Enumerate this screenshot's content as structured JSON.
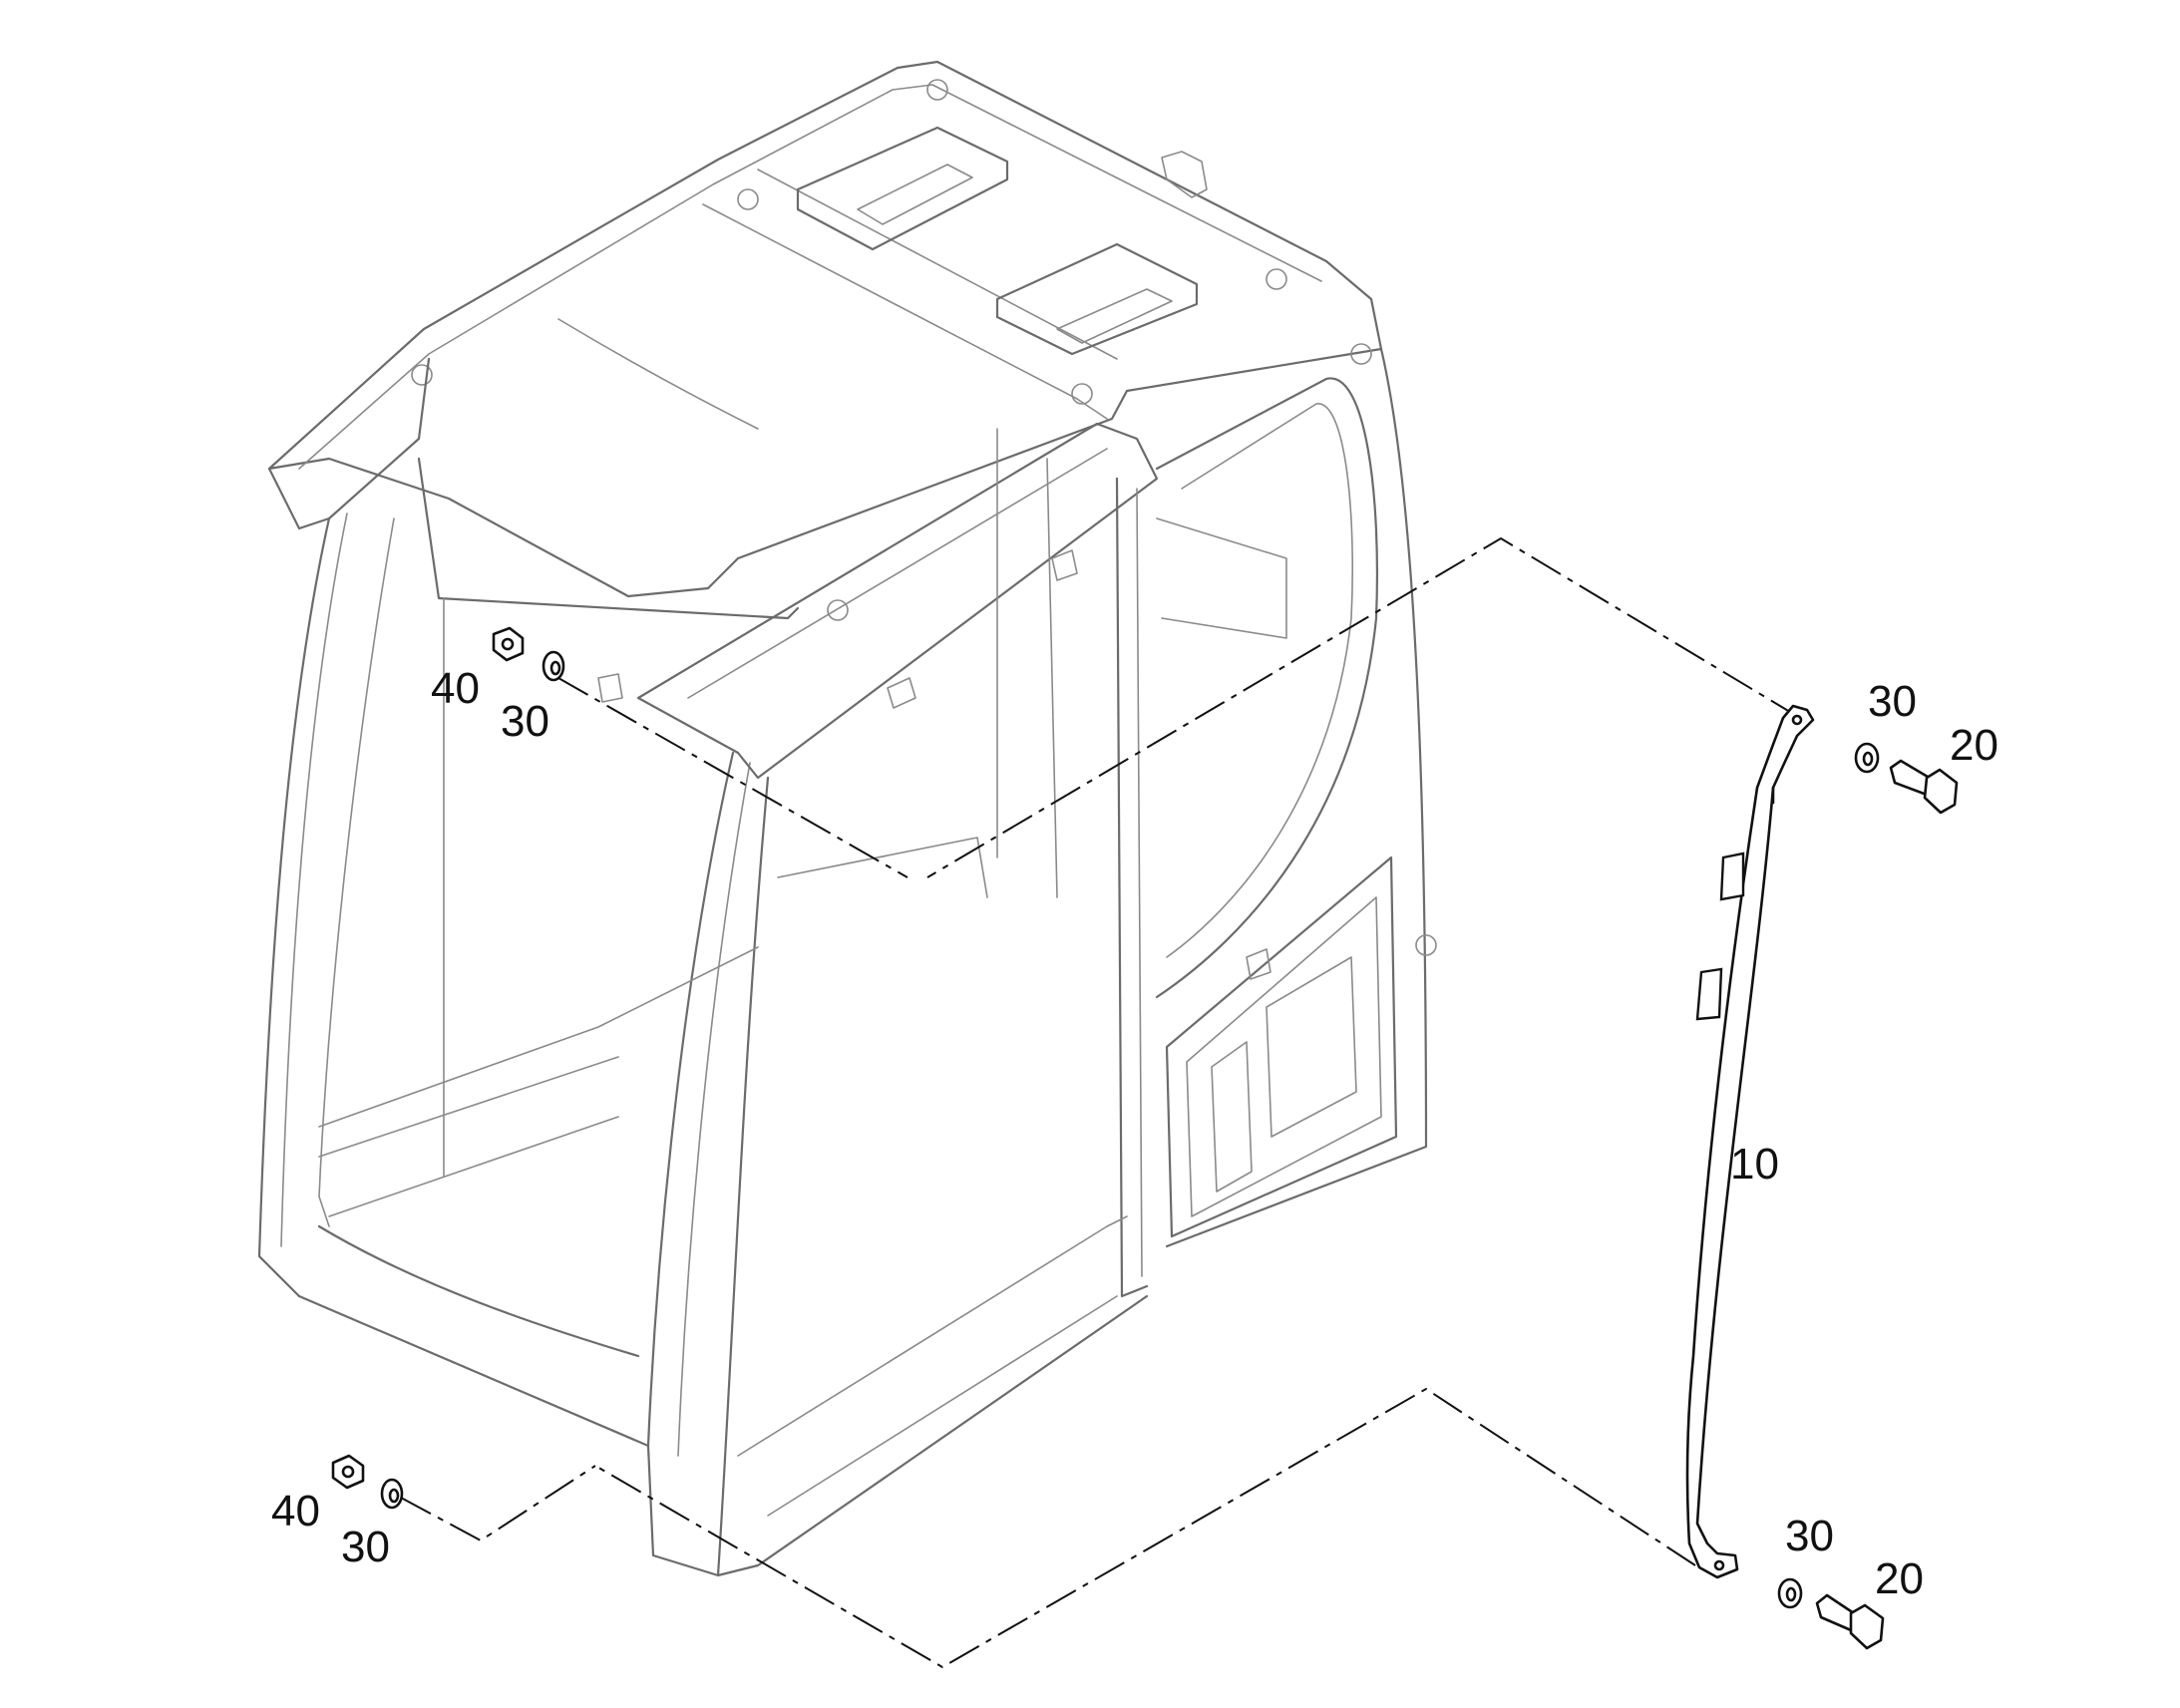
{
  "diagram": {
    "callouts": {
      "upper_left_nut": "40",
      "upper_left_washer": "30",
      "lower_left_nut": "40",
      "lower_left_washer": "30",
      "upper_right_washer": "30",
      "upper_right_bolt": "20",
      "lower_right_washer": "30",
      "lower_right_bolt": "20",
      "bar": "10"
    }
  }
}
